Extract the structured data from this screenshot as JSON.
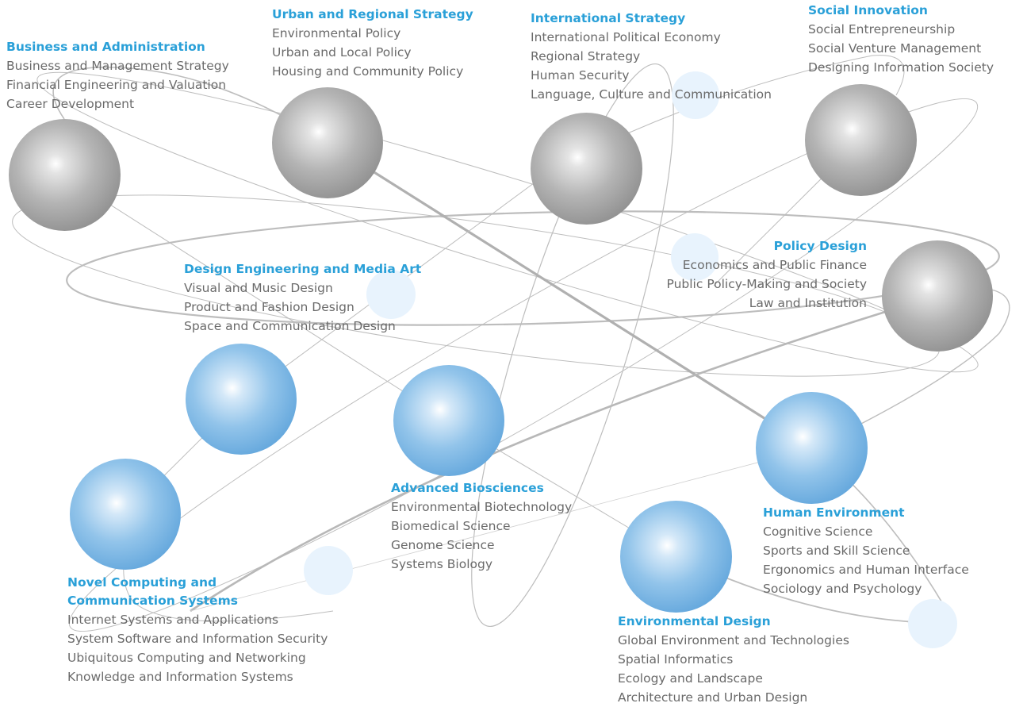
{
  "colors": {
    "title": "#2aa0d8",
    "text": "#6a6a6a",
    "sphere_gray": "#9a9a9a",
    "sphere_blue": "#62a6dc",
    "dot": "#e8f3fd",
    "orbit": "#b8b8b8"
  },
  "groups": {
    "business": {
      "title": "Business and Administration",
      "items": [
        "Business and Management Strategy",
        "Financial Engineering and Valuation",
        "Career Development"
      ]
    },
    "urban": {
      "title": "Urban and Regional Strategy",
      "items": [
        "Environmental Policy",
        "Urban and Local Policy",
        "Housing and Community Policy"
      ]
    },
    "international": {
      "title": "International Strategy",
      "items": [
        "International Political Economy",
        "Regional Strategy",
        "Human Security",
        "Language, Culture and Communication"
      ]
    },
    "social": {
      "title": "Social Innovation",
      "items": [
        "Social Entrepreneurship",
        "Social Venture Management",
        "Designing Information Society"
      ]
    },
    "policy": {
      "title": "Policy Design",
      "items": [
        "Economics and Public Finance",
        "Public Policy-Making and Society",
        "Law and Institution"
      ]
    },
    "design": {
      "title": "Design Engineering and Media Art",
      "items": [
        "Visual and Music Design",
        "Product and Fashion Design",
        "Space and Communication Design"
      ]
    },
    "biosciences": {
      "title": "Advanced Biosciences",
      "items": [
        "Environmental Biotechnology",
        "Biomedical Science",
        "Genome Science",
        "Systems Biology"
      ]
    },
    "human": {
      "title": "Human Environment",
      "items": [
        "Cognitive Science",
        "Sports and Skill Science",
        "Ergonomics and Human Interface",
        "Sociology and Psychology"
      ]
    },
    "computing": {
      "title_line1": "Novel Computing and",
      "title_line2": "Communication Systems",
      "items": [
        "Internet Systems and Applications",
        "System Software and Information Security",
        "Ubiquitous Computing and Networking",
        "Knowledge and Information Systems"
      ]
    },
    "environmental": {
      "title": "Environmental Design",
      "items": [
        "Global Environment and Technologies",
        "Spatial Informatics",
        "Ecology and Landscape",
        "Architecture and Urban Design"
      ]
    }
  }
}
